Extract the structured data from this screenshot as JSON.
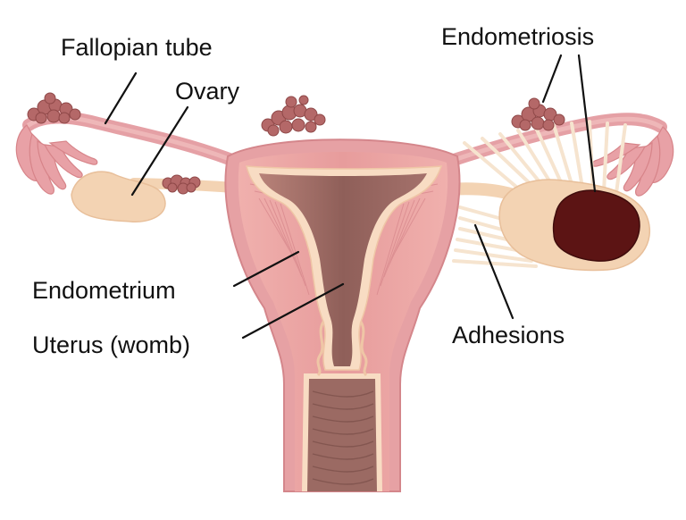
{
  "labels": {
    "fallopian_tube": "Fallopian tube",
    "ovary": "Ovary",
    "endometriosis": "Endometriosis",
    "endometrium": "Endometrium",
    "uterus": "Uterus (womb)",
    "adhesions": "Adhesions"
  },
  "colors": {
    "tissue_pink": "#e9a3a6",
    "tissue_light": "#f2c2bf",
    "tissue_dark": "#d9868b",
    "muscle": "#e79c9c",
    "lining_cream": "#f8dcc3",
    "cavity_brown": "#9b6a63",
    "ovary_beige": "#f3d3b3",
    "lesion": "#b06060",
    "cyst": "#5c1414",
    "line": "#111111"
  }
}
